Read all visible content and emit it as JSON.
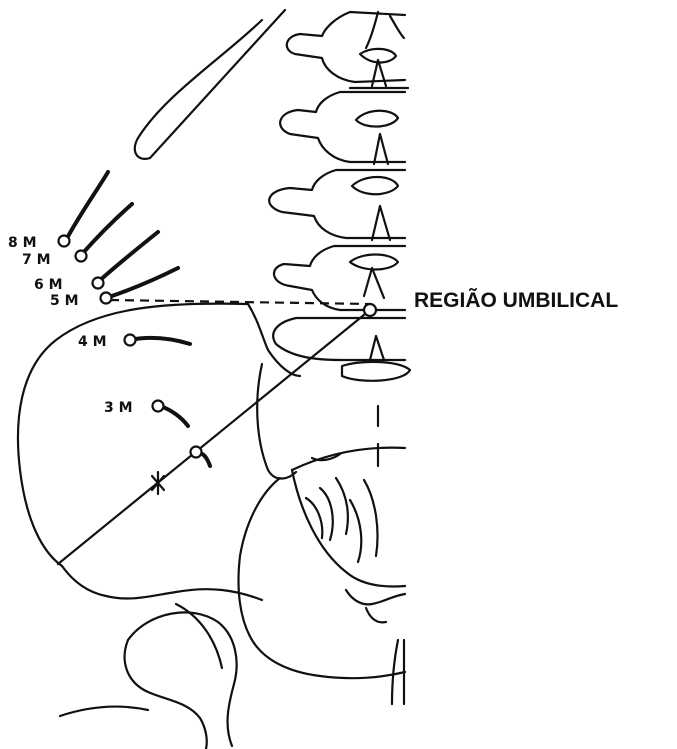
{
  "labels": {
    "m8": "8 M",
    "m7": "7 M",
    "m6": "6 M",
    "m5": "5 M",
    "m4": "4 M",
    "m3": "3 M"
  },
  "region_label": "REGIÃO UMBILICAL",
  "colors": {
    "ink": "#111111",
    "background": "#ffffff"
  }
}
